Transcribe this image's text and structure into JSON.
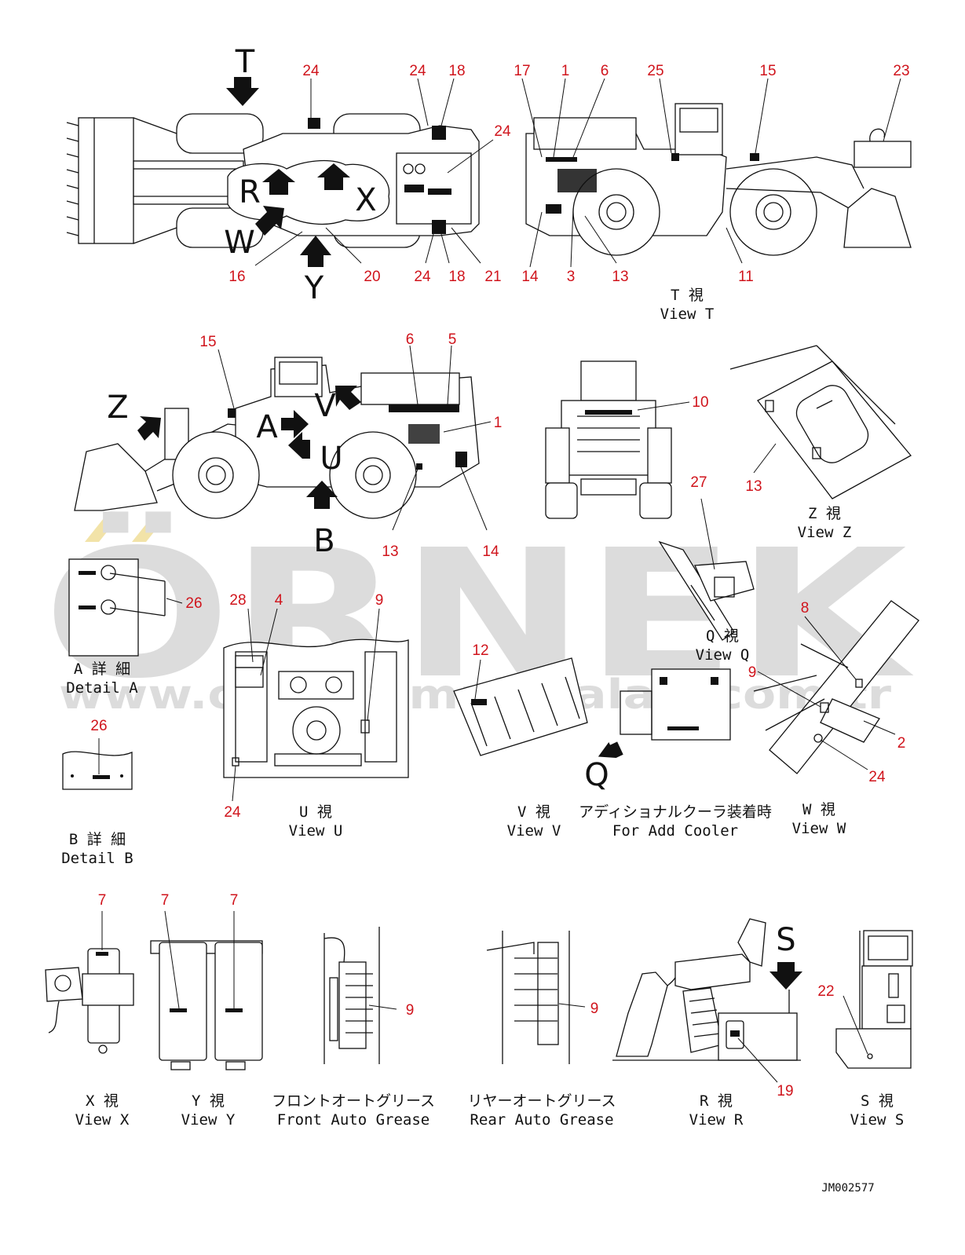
{
  "watermark": {
    "brand": "ÖRNEK",
    "url": "www.ornekismakinalari.com.tr",
    "accent": "#f2e3a8"
  },
  "colors": {
    "callout": "#d0141c",
    "line": "#111111"
  },
  "drawing_id": "JM002577",
  "arrow_letters": [
    "T",
    "R",
    "X",
    "W",
    "Y",
    "Z",
    "A",
    "V",
    "U",
    "B",
    "Q",
    "S"
  ],
  "callouts": {
    "top_view": [
      "24",
      "24",
      "18",
      "24",
      "16",
      "20",
      "24",
      "18",
      "21"
    ],
    "view_t": [
      "17",
      "1",
      "6",
      "25",
      "15",
      "23",
      "14",
      "3",
      "13",
      "11"
    ],
    "side_view": [
      "15",
      "6",
      "5",
      "1",
      "13",
      "14"
    ],
    "rear_view": [
      "10"
    ],
    "view_z": [
      "13"
    ],
    "view_q": [
      "27"
    ],
    "detail_a": [
      "26"
    ],
    "detail_b": [
      "26"
    ],
    "view_u": [
      "28",
      "4",
      "9",
      "24"
    ],
    "view_v": [
      "12"
    ],
    "view_w": [
      "8",
      "9",
      "2",
      "24"
    ],
    "view_x": [
      "7"
    ],
    "view_y": [
      "7",
      "7"
    ],
    "front_grease": [
      "9"
    ],
    "rear_grease": [
      "9"
    ],
    "view_r": [
      "19"
    ],
    "view_s": [
      "22"
    ]
  },
  "captions": {
    "view_t": {
      "jp": "T 視",
      "en": "View T"
    },
    "view_z": {
      "jp": "Z 視",
      "en": "View Z"
    },
    "view_q": {
      "jp": "Q 視",
      "en": "View Q"
    },
    "detail_a": {
      "jp": "A 詳 細",
      "en": "Detail A"
    },
    "detail_b": {
      "jp": "B 詳 細",
      "en": "Detail B"
    },
    "view_u": {
      "jp": "U 視",
      "en": "View U"
    },
    "view_v": {
      "jp": "V 視",
      "en": "View V"
    },
    "add_cooler": {
      "jp": "アディショナルクーラ装着時",
      "en": "For Add Cooler"
    },
    "view_w": {
      "jp": "W 視",
      "en": "View W"
    },
    "view_x": {
      "jp": "X 視",
      "en": "View X"
    },
    "view_y": {
      "jp": "Y 視",
      "en": "View Y"
    },
    "front_grease": {
      "jp": "フロントオートグリース",
      "en": "Front Auto Grease"
    },
    "rear_grease": {
      "jp": "リヤーオートグリース",
      "en": "Rear Auto Grease"
    },
    "view_r": {
      "jp": "R 視",
      "en": "View R"
    },
    "view_s": {
      "jp": "S 視",
      "en": "View S"
    }
  }
}
